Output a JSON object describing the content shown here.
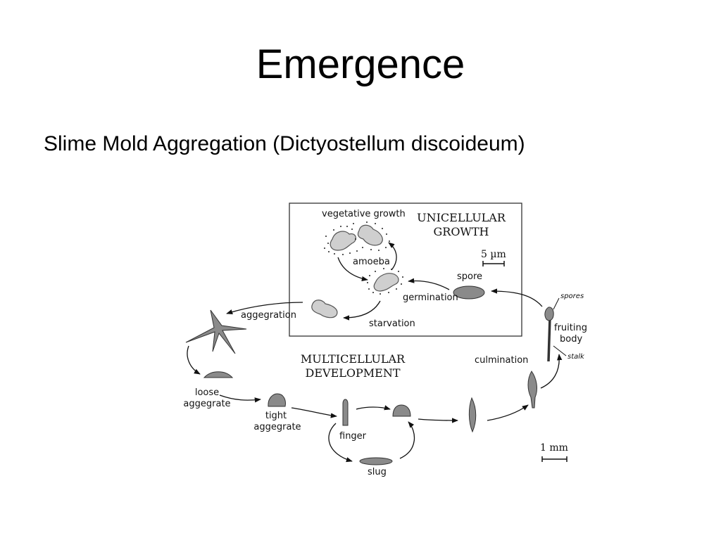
{
  "slide": {
    "title": "Emergence",
    "subtitle": "Slime Mold Aggregation (Dictyostellum discoideum)"
  },
  "diagram": {
    "unicellular_header": [
      "UNICELLULAR",
      "GROWTH"
    ],
    "multicellular_header": [
      "MULTICELLULAR",
      "DEVELOPMENT"
    ],
    "labels": {
      "vegetative_growth": "vegetative growth",
      "amoeba": "amoeba",
      "spore": "spore",
      "germination": "germination",
      "starvation": "starvation",
      "aggregation": "aggegration",
      "loose_aggregate": [
        "loose",
        "aggegrate"
      ],
      "tight_aggregate": [
        "tight",
        "aggegrate"
      ],
      "finger": "finger",
      "slug": "slug",
      "culmination": "culmination",
      "fruiting_body": [
        "fruiting",
        "body"
      ],
      "spores": "spores",
      "stalk": "stalk"
    },
    "scale_small": "5 µm",
    "scale_large": "1 mm"
  }
}
